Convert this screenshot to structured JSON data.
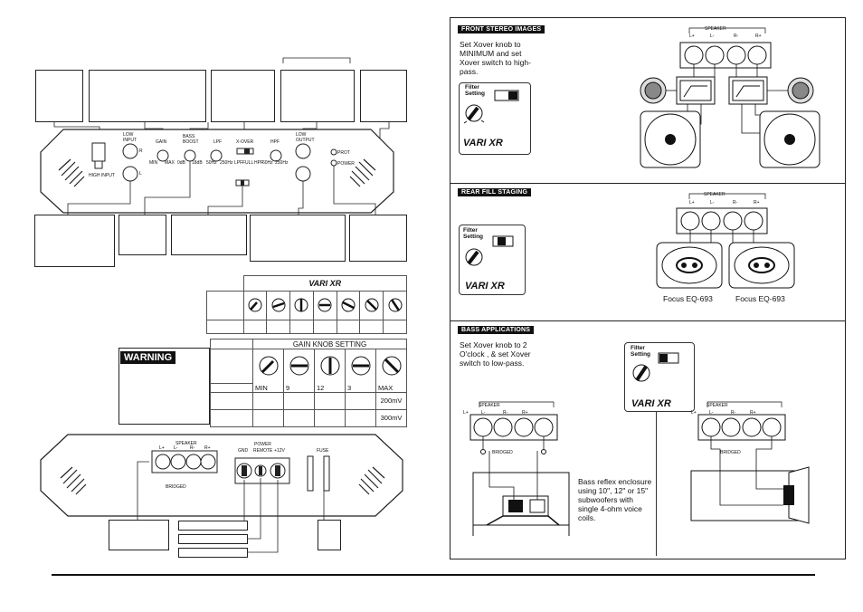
{
  "amp_panel": {
    "labels": {
      "low_input": "LOW\nINPUT",
      "gain": "GAIN",
      "bass_boost": "BASS\nBOOST",
      "lpf": "LPF",
      "xover": "X-OVER",
      "hpf": "HPF",
      "low_output": "LOW\nOUTPUT",
      "high_input": "HIGH INPUT",
      "prot": "PROT",
      "power": "POWER",
      "r": "R",
      "l": "L",
      "gain_min": "MIN",
      "gain_max": "MAX",
      "bass_0": "0dB",
      "bass_18": "18dB",
      "lpf_50": "50Hz",
      "lpf_250": "250Hz",
      "xover_lpf": "LPF",
      "xover_full": "FULL",
      "xover_hpf": "HPF",
      "hpf_60": "60Hz",
      "hpf_250": "250Hz"
    }
  },
  "varixr_table": {
    "logo": "VARI XR"
  },
  "gain_table": {
    "header": "GAIN KNOB SETTING",
    "positions": [
      "MIN",
      "9",
      "12",
      "3",
      "MAX"
    ],
    "values": [
      "200mV",
      "300mV"
    ]
  },
  "warning": {
    "title": "WARNING"
  },
  "bottom_panel": {
    "speaker_label": "SPEAKER",
    "speaker_terms": [
      "L+",
      "L-",
      "R-",
      "R+"
    ],
    "bridged": "BRIDGED",
    "power_label": "POWER",
    "power_terms": [
      "GND",
      "REMOTE",
      "+12V"
    ],
    "fuse": "FUSE"
  },
  "front_stereo": {
    "header": "FRONT STEREO IMAGES",
    "instruction": "Set Xover knob to MINIMUM and set Xover switch to high-pass.",
    "filter_setting": "Filter\nSetting",
    "logo": "VARI XR",
    "speaker_label": "SPEAKER",
    "terms": [
      "L+",
      "L-",
      "R-",
      "R+"
    ]
  },
  "rear_fill": {
    "header": "REAR FILL STAGING",
    "filter_setting": "Filter\nSetting",
    "logo": "VARI XR",
    "speaker_label": "SPEAKER",
    "terms": [
      "L+",
      "L-",
      "R-",
      "R+"
    ],
    "speaker_left": "Focus EQ-693",
    "speaker_right": "Focus EQ-693"
  },
  "bass_apps": {
    "header": "BASS APPLICATIONS",
    "instruction": "Set Xover knob to 2 O'clock , & set Xover switch to low-pass.",
    "filter_setting": "Filter\nSetting",
    "logo": "VARI XR",
    "speaker_label": "SPEAKER",
    "terms": [
      "L+",
      "L-",
      "R-",
      "R+"
    ],
    "bridged": "BRIDGED",
    "enclosure_note": "Bass reflex enclosure using 10\", 12\" or 15\" subwoofers with single 4-ohm voice coils."
  }
}
